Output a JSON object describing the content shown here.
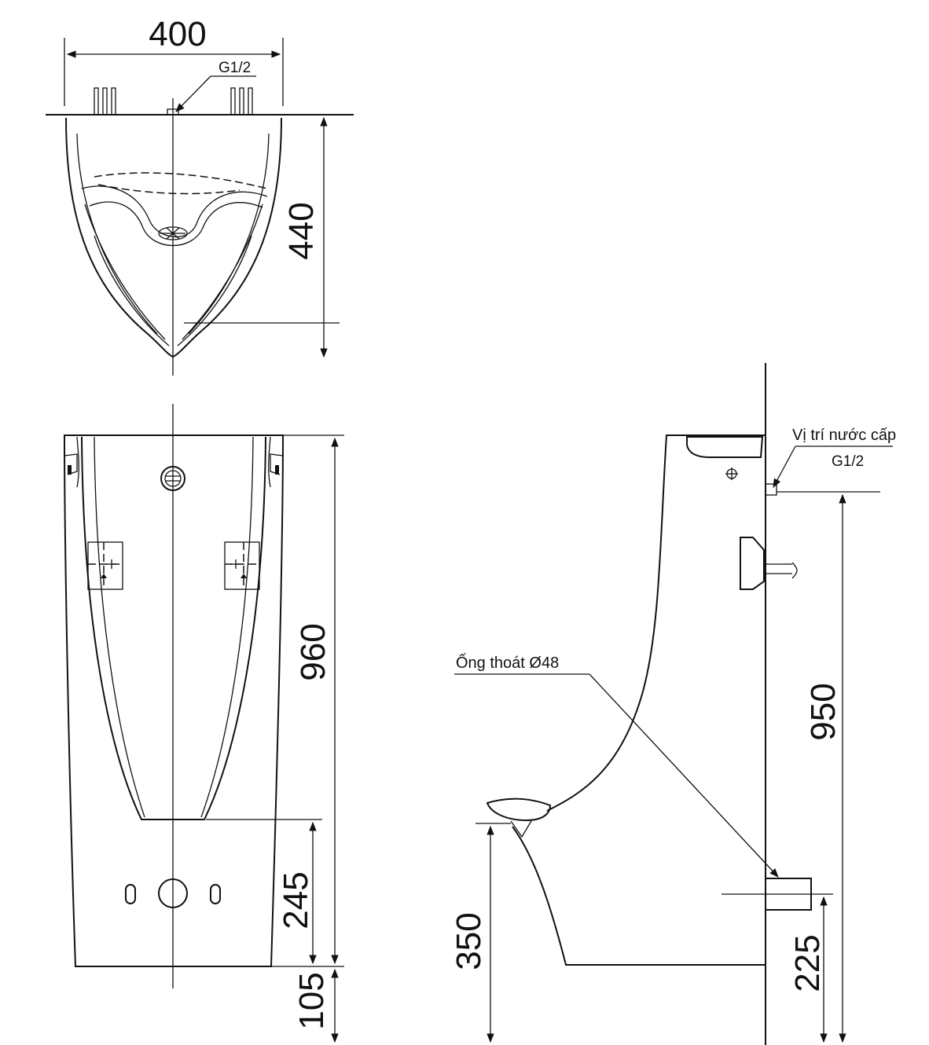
{
  "dimensions": {
    "top_width": "400",
    "top_depth": "440",
    "front_height": "960",
    "front_drain_height": "245",
    "front_bottom_gap": "105",
    "side_supply_height": "950",
    "side_outlet_height": "350",
    "side_drain_pipe_height": "225"
  },
  "labels": {
    "top_supply": "G1/2",
    "side_supply_title": "Vị trí nước cấp",
    "side_supply_size": "G1/2",
    "drain_pipe": "Ống thoát Ø48"
  }
}
